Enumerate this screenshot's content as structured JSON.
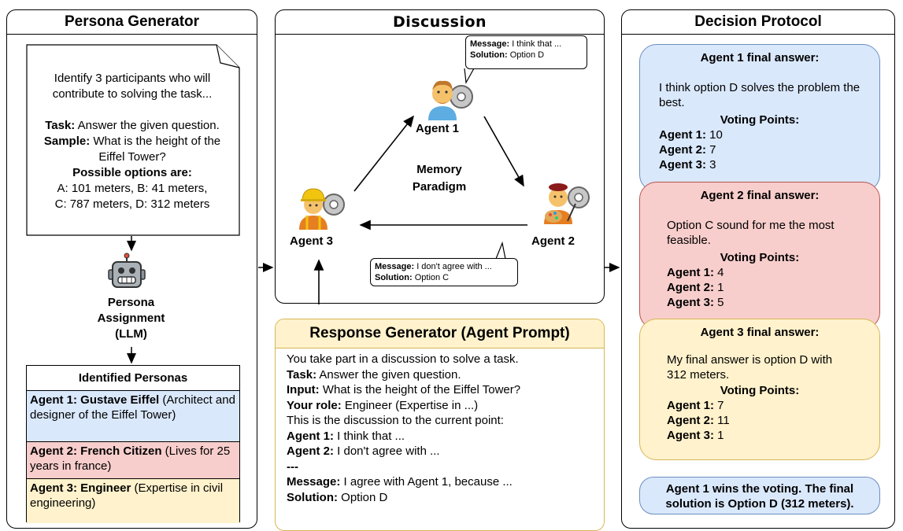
{
  "persona_generator": {
    "title": "Persona Generator",
    "prompt": {
      "intro": "Identify 3 participants who will contribute to solving the task...",
      "task_label": "Task:",
      "task_text": " Answer the given question.",
      "sample_label": "Sample:",
      "sample_text": " What is the height of the Eiffel Tower?",
      "options_label": "Possible options are:",
      "options_line1": "A: 101 meters, B: 41 meters,",
      "options_line2": "C: 787 meters, D: 312 meters"
    },
    "llm_label": "Persona Assignment (LLM)",
    "personas_title": "Identified Personas",
    "personas": [
      {
        "name": "Agent 1: Gustave Eiffel",
        "desc": " (Architect and designer of the Eiffel Tower)",
        "color": "#dae8fc"
      },
      {
        "name": "Agent 2: French Citizen",
        "desc": " (Lives for 25 years in france)",
        "color": "#f8cecc"
      },
      {
        "name": "Agent 3: Engineer",
        "desc": " (Expertise in civil engineering)",
        "color": "#fff2cc"
      }
    ]
  },
  "discussion": {
    "title": "Discussion",
    "agent1": "Agent 1",
    "agent2": "Agent 2",
    "agent3": "Agent 3",
    "memory": "Memory Paradigm",
    "bubble1": {
      "msg_label": "Message:",
      "msg": " I think that ...",
      "sol_label": "Solution:",
      "sol": " Option D"
    },
    "bubble2": {
      "msg_label": "Message:",
      "msg": " I don't agree with ...",
      "sol_label": "Solution:",
      "sol": " Option C"
    }
  },
  "response_generator": {
    "title": "Response Generator (Agent Prompt)",
    "line1": "You take part in a discussion to solve a task.",
    "task_label": "Task:",
    "task": " Answer the given question.",
    "input_label": "Input:",
    "input": " What is the height of the Eiffel Tower?",
    "role_label": "Your role:",
    "role": " Engineer (Expertise in ...)",
    "line5": "This is the discussion to the current point:",
    "a1_label": "Agent 1:",
    "a1": " I think that ...",
    "a2_label": "Agent 2:",
    "a2": " I don't agree with ...",
    "sep": "---",
    "message_label": "Message:",
    "message": " I agree with Agent 1, because ...",
    "solution_label": "Solution:",
    "solution": " Option D"
  },
  "decision_protocol": {
    "title": "Decision Protocol",
    "cards": [
      {
        "heading": "Agent 1 final answer:",
        "answer": "I think option D solves the problem the best.",
        "points_label": "Voting Points:",
        "v1_label": "Agent 1:",
        "v1": " 10",
        "v2_label": "Agent 2:",
        "v2": " 7",
        "v3_label": "Agent 3:",
        "v3": " 3",
        "color": "#dae8fc"
      },
      {
        "heading": "Agent 2 final answer:",
        "answer": "Option C sound for me the most feasible.",
        "points_label": "Voting Points:",
        "v1_label": "Agent 1:",
        "v1": " 4",
        "v2_label": "Agent 2:",
        "v2": " 1",
        "v3_label": "Agent 3:",
        "v3": " 5",
        "color": "#f8cecc"
      },
      {
        "heading": "Agent 3 final answer:",
        "answer": "My final answer is option D with 312 meters.",
        "points_label": "Voting Points:",
        "v1_label": "Agent 1:",
        "v1": " 7",
        "v2_label": "Agent 2:",
        "v2": " 11",
        "v3_label": "Agent 3:",
        "v3": " 1",
        "color": "#fff2cc"
      }
    ],
    "result": "Agent 1 wins the voting. The final solution is Option D (312 meters)."
  }
}
